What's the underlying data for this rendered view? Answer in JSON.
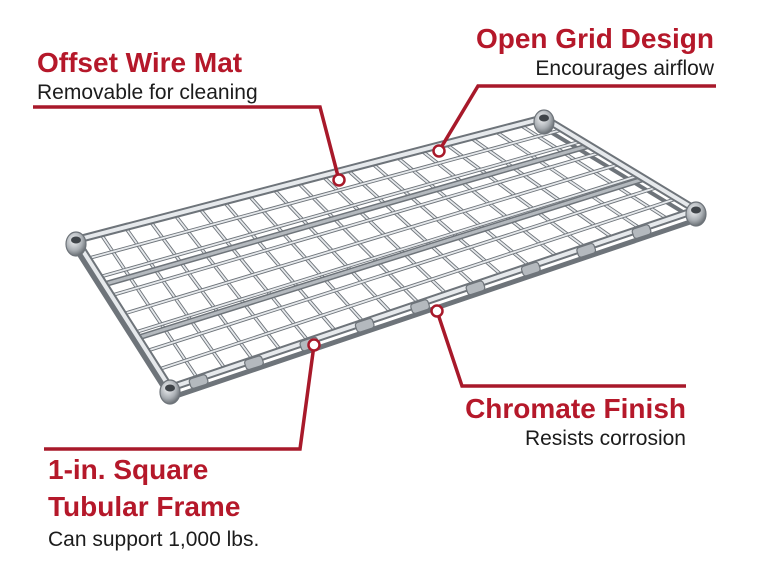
{
  "callouts": {
    "wire_mat": {
      "title": "Offset Wire Mat",
      "subtitle": "Removable for cleaning"
    },
    "grid": {
      "title": "Open Grid Design",
      "subtitle": "Encourages airflow"
    },
    "chrome": {
      "title": "Chromate Finish",
      "subtitle": "Resists corrosion"
    },
    "frame": {
      "title_line1": "1-in. Square",
      "title_line2": "Tubular Frame",
      "subtitle": "Can support 1,000 lbs."
    }
  },
  "colors": {
    "accent": "#b5182a",
    "leader": "#a8192a",
    "text": "#1c1c1c",
    "chrome_light": "#e6e9ec",
    "chrome_mid": "#b4b9be",
    "chrome_dark": "#6e747a"
  }
}
